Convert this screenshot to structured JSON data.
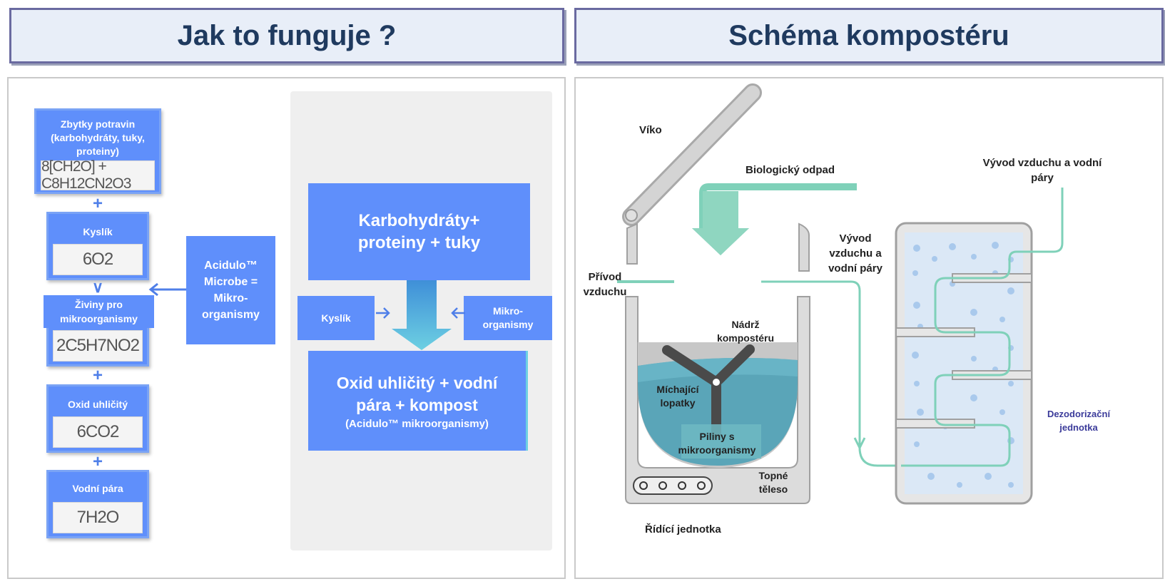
{
  "headers": {
    "left": "Jak to funguje ?",
    "right": "Schéma kompostéru"
  },
  "left_flow": {
    "box1": {
      "title": "Zbytky potravin (karbohydráty, tuky, proteiny)",
      "formula": "8[CH2O] + C8H12CN2O3"
    },
    "box2": {
      "title": "Kyslík",
      "formula": "6O2"
    },
    "box3": {
      "title": "Živiny pro mikroorganismy",
      "formula": "2C5H7NO2"
    },
    "box4": {
      "title": "Oxid uhličitý",
      "formula": "6CO2"
    },
    "box5": {
      "title": "Vodní pára",
      "formula": "7H2O"
    },
    "plus": "+",
    "chevron": "∨",
    "microbe_box": "Acidulo™ Microbe = Mikro-organismy"
  },
  "process": {
    "input_box": "Karbohydráty+ proteiny + tuky",
    "oxygen_box": "Kyslík",
    "micro_box": "Mikro-organismy",
    "output_main": "Oxid uhličitý + vodní pára + kompost",
    "output_sub": "(Acidulo™  mikroorganismy)"
  },
  "schema": {
    "lid": "Víko",
    "bio_waste": "Biologický odpad",
    "air_out_top": "Vývod vzduchu a vodní páry",
    "air_out_mid": "Vývod vzduchu a vodní páry",
    "air_in": "Přívod vzduchu",
    "tank": "Nádrž kompostéru",
    "paddles": "Míchající lopatky",
    "sawdust": "Piliny s mikroorganismy",
    "heater": "Topné těleso",
    "control": "Řídící jednotka",
    "deodorizer": "Dezodorizační jednotka"
  },
  "colors": {
    "box_blue": "#5f8ffb",
    "header_text": "#1f3a5f",
    "arrow_blue": "#4f7fe8",
    "teal": "#7fd1b9",
    "deodorizer_text": "#3b3b9a"
  }
}
